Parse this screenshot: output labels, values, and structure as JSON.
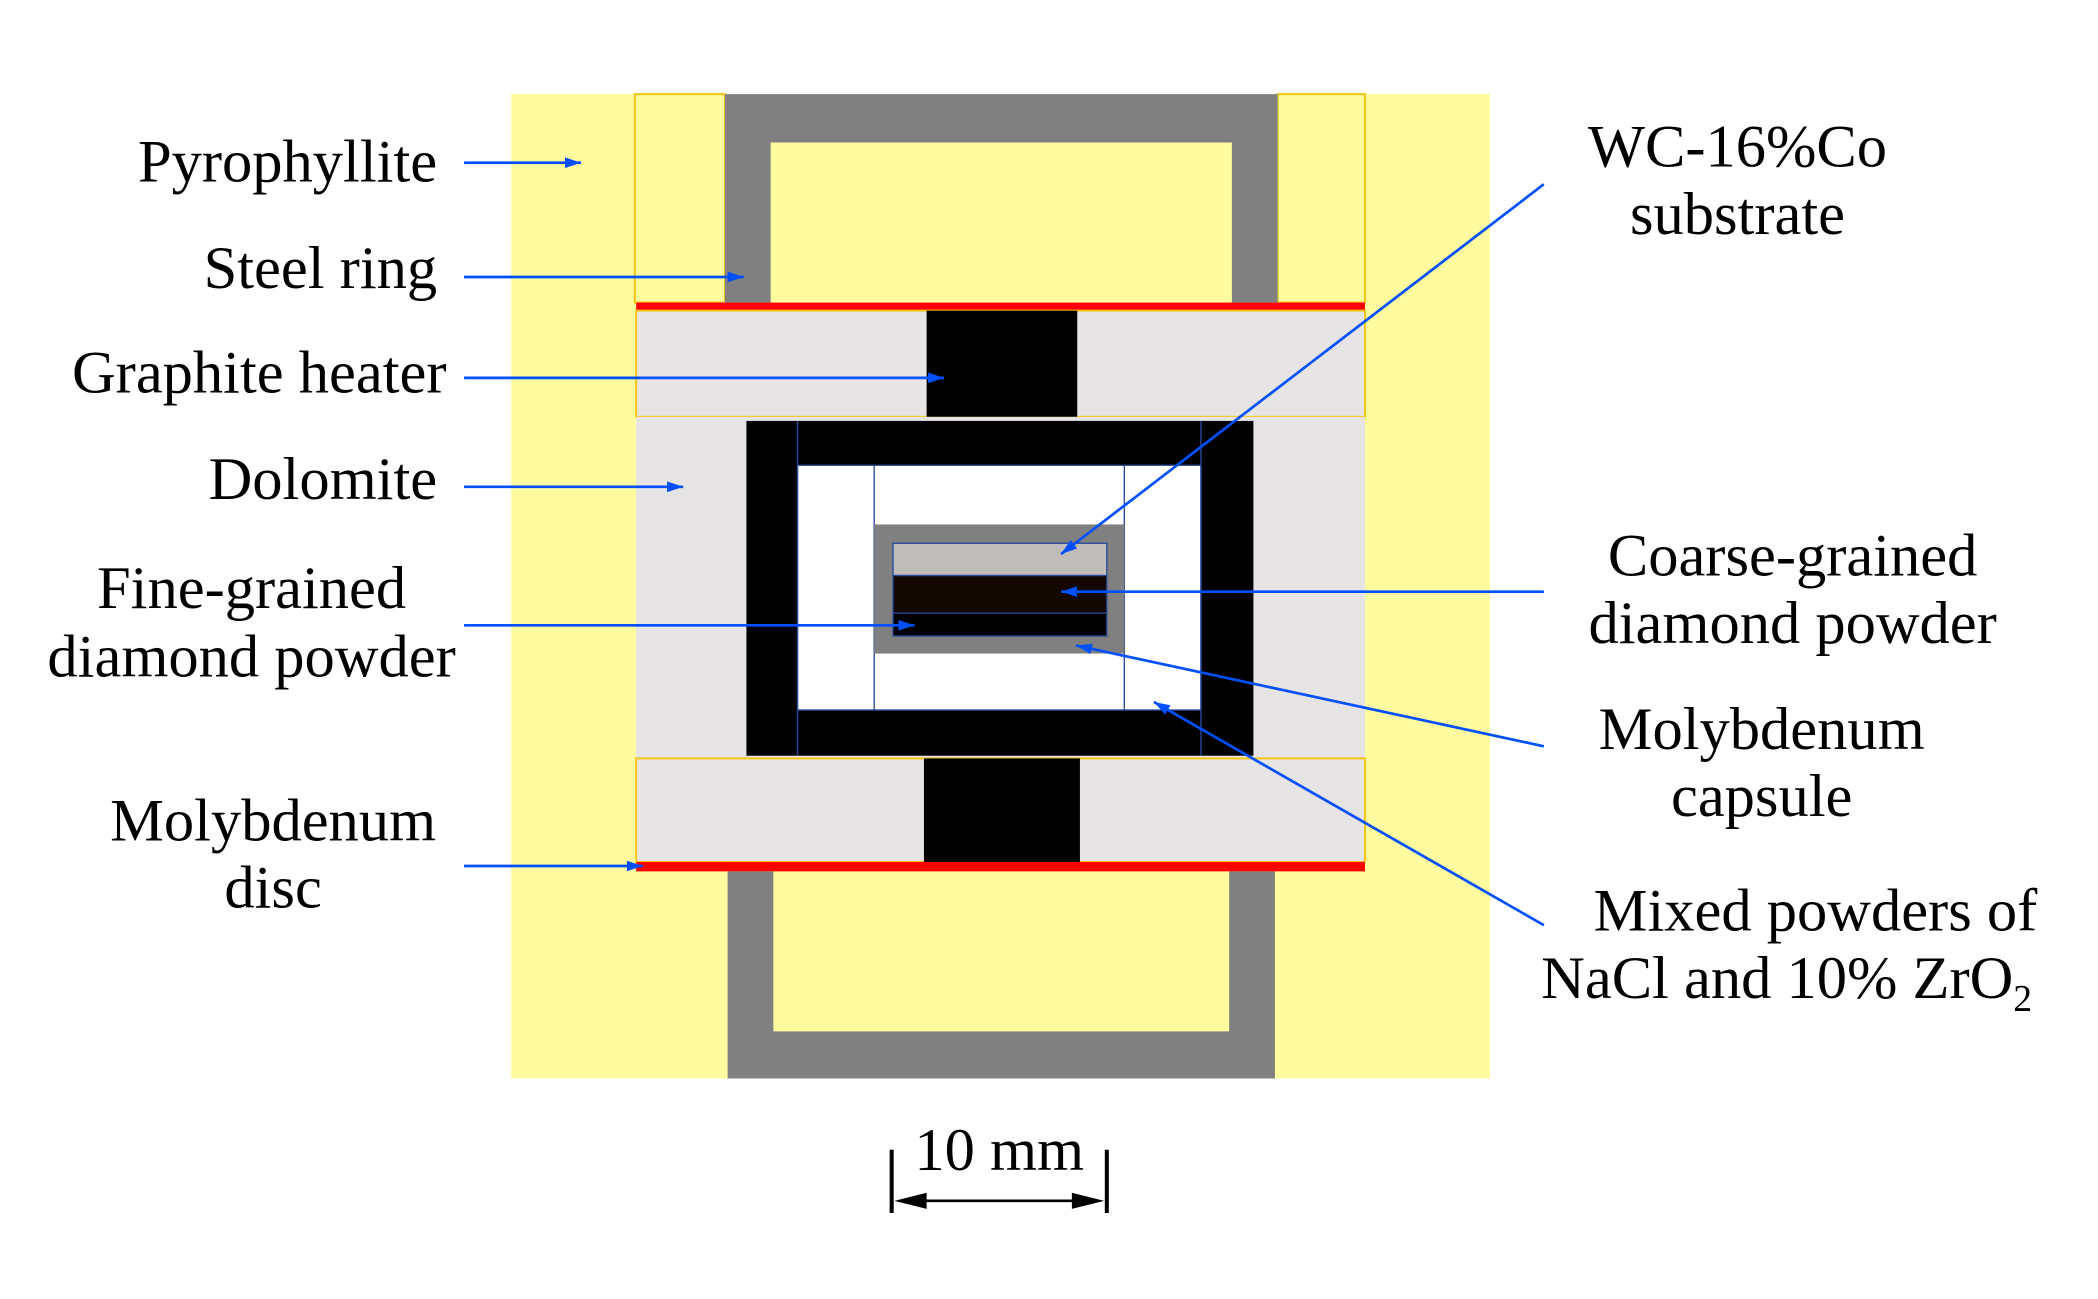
{
  "labels_left": {
    "pyrophyllite": "Pyrophyllite",
    "steel_ring": "Steel ring",
    "graphite_heater": "Graphite heater",
    "dolomite": "Dolomite",
    "fine_line1": "Fine-grained",
    "fine_line2": "diamond powder",
    "mo_disc_line1": "Molybdenum",
    "mo_disc_line2": "disc"
  },
  "labels_right": {
    "wc_line1": "WC-16%Co",
    "wc_line2": "substrate",
    "coarse_line1": "Coarse-grained",
    "coarse_line2": "diamond powder",
    "mo_capsule_line1": "Molybdenum",
    "mo_capsule_line2": "capsule",
    "mixed_line1": "Mixed powders of",
    "mixed_line2_main": "NaCl and 10% ZrO",
    "mixed_line2_sub": "2"
  },
  "scale_bar": {
    "label": "10 mm"
  },
  "colors": {
    "pyrophyllite": "#FFFCA0",
    "steel": "#808080",
    "molybdenum_disc": "#FF0000",
    "dolomite": "#E6E4E4",
    "graphite": "#000000",
    "substrate": "#C0BCBA",
    "coarse": "#120800",
    "arrow": "#0050FF"
  }
}
